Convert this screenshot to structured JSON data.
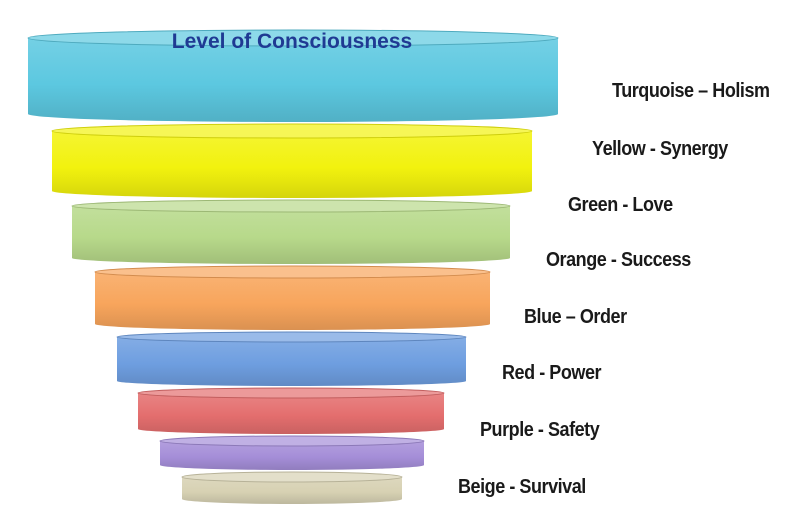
{
  "diagram": {
    "title": "Level of Consciousness",
    "title_color": "#1f3a93",
    "levels": [
      {
        "label": "Turquoise – Holism",
        "color": "#5cc8e0"
      },
      {
        "label": "Yellow - Synergy",
        "color": "#f2f20e"
      },
      {
        "label": "Green - Love",
        "color": "#b7d98a"
      },
      {
        "label": "Orange - Success",
        "color": "#f8a55c"
      },
      {
        "label": "Blue – Order",
        "color": "#6e9ee0"
      },
      {
        "label": "Red - Power",
        "color": "#e46e6e"
      },
      {
        "label": "Purple - Safety",
        "color": "#a58ed8"
      },
      {
        "label": "Beige - Survival",
        "color": "#d7d1b3"
      }
    ]
  }
}
